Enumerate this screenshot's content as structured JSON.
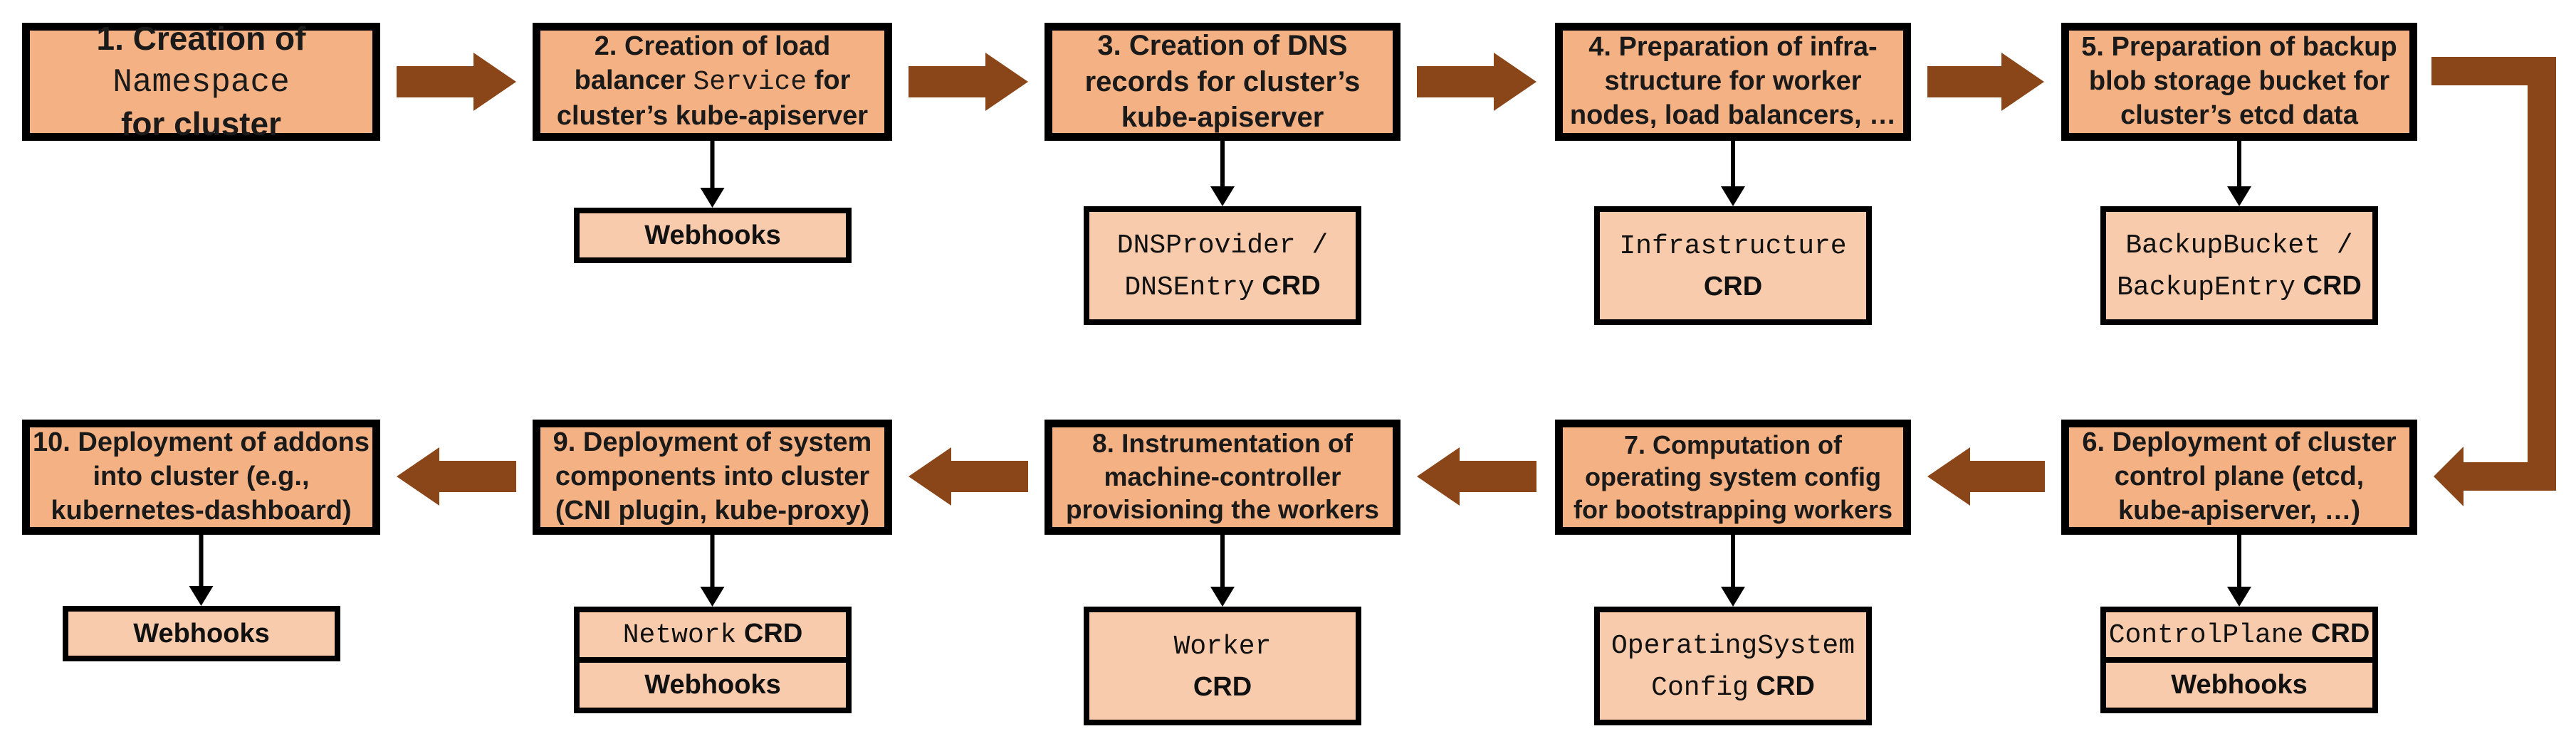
{
  "colors": {
    "box_fill": "#F4B183",
    "subbox_fill": "#F8CBAD",
    "arrow_brown": "#8A4518",
    "connector_black": "#000000",
    "border": "#000000",
    "background": "#FFFFFF"
  },
  "steps": [
    {
      "num": "1",
      "title_lines": [
        [
          {
            "t": "1. Creation of"
          }
        ],
        [
          {
            "t": "Namespace",
            "m": true
          }
        ],
        [
          {
            "t": "for cluster"
          }
        ]
      ],
      "artifact": null
    },
    {
      "num": "2",
      "title_lines": [
        [
          {
            "t": "2. Creation of load"
          }
        ],
        [
          {
            "t": "balancer "
          },
          {
            "t": "Service",
            "m": true
          },
          {
            "t": " for"
          }
        ],
        [
          {
            "t": "cluster’s kube-apiserver"
          }
        ]
      ],
      "artifact": {
        "rows": [
          [
            [
              {
                "t": "Webhooks"
              }
            ]
          ]
        ]
      }
    },
    {
      "num": "3",
      "title_lines": [
        [
          {
            "t": "3. Creation of DNS"
          }
        ],
        [
          {
            "t": "records for cluster’s"
          }
        ],
        [
          {
            "t": "kube-apiserver"
          }
        ]
      ],
      "artifact": {
        "rows": [
          [
            [
              {
                "t": "DNSProvider /",
                "m": true
              }
            ],
            [
              {
                "t": "DNSEntry",
                "m": true
              },
              {
                "t": " CRD"
              }
            ]
          ]
        ]
      }
    },
    {
      "num": "4",
      "title_lines": [
        [
          {
            "t": "4. Preparation of infra-"
          }
        ],
        [
          {
            "t": "structure for worker"
          }
        ],
        [
          {
            "t": "nodes, load balancers, …"
          }
        ]
      ],
      "artifact": {
        "rows": [
          [
            [
              {
                "t": "Infrastructure",
                "m": true
              }
            ],
            [
              {
                "t": "CRD"
              }
            ]
          ]
        ]
      }
    },
    {
      "num": "5",
      "title_lines": [
        [
          {
            "t": "5. Preparation of backup"
          }
        ],
        [
          {
            "t": "blob storage bucket for"
          }
        ],
        [
          {
            "t": "cluster’s etcd data"
          }
        ]
      ],
      "artifact": {
        "rows": [
          [
            [
              {
                "t": "BackupBucket /",
                "m": true
              }
            ],
            [
              {
                "t": "BackupEntry",
                "m": true
              },
              {
                "t": " CRD"
              }
            ]
          ]
        ]
      }
    },
    {
      "num": "6",
      "title_lines": [
        [
          {
            "t": "6. Deployment of cluster"
          }
        ],
        [
          {
            "t": "control plane (etcd,"
          }
        ],
        [
          {
            "t": "kube-apiserver, …)"
          }
        ]
      ],
      "artifact": {
        "rows": [
          [
            [
              {
                "t": "ControlPlane",
                "m": true
              },
              {
                "t": " CRD"
              }
            ]
          ],
          [
            [
              {
                "t": "Webhooks"
              }
            ]
          ]
        ]
      }
    },
    {
      "num": "7",
      "title_lines": [
        [
          {
            "t": "7. Computation of"
          }
        ],
        [
          {
            "t": "operating system config"
          }
        ],
        [
          {
            "t": "for bootstrapping workers"
          }
        ]
      ],
      "artifact": {
        "rows": [
          [
            [
              {
                "t": "OperatingSystem",
                "m": true
              }
            ],
            [
              {
                "t": "Config",
                "m": true
              },
              {
                "t": " CRD"
              }
            ]
          ]
        ]
      }
    },
    {
      "num": "8",
      "title_lines": [
        [
          {
            "t": "8. Instrumentation of"
          }
        ],
        [
          {
            "t": "machine-controller"
          }
        ],
        [
          {
            "t": "provisioning the workers"
          }
        ]
      ],
      "artifact": {
        "rows": [
          [
            [
              {
                "t": "Worker",
                "m": true
              }
            ],
            [
              {
                "t": "CRD"
              }
            ]
          ]
        ]
      }
    },
    {
      "num": "9",
      "title_lines": [
        [
          {
            "t": "9. Deployment of system"
          }
        ],
        [
          {
            "t": "components into cluster"
          }
        ],
        [
          {
            "t": "(CNI plugin, kube-proxy)"
          }
        ]
      ],
      "artifact": {
        "rows": [
          [
            [
              {
                "t": "Network",
                "m": true
              },
              {
                "t": " CRD"
              }
            ]
          ],
          [
            [
              {
                "t": "Webhooks"
              }
            ]
          ]
        ]
      }
    },
    {
      "num": "10",
      "title_lines": [
        [
          {
            "t": "10. Deployment of addons"
          }
        ],
        [
          {
            "t": "into cluster (e.g.,"
          }
        ],
        [
          {
            "t": "kubernetes-dashboard)"
          }
        ]
      ],
      "artifact": {
        "rows": [
          [
            [
              {
                "t": "Webhooks"
              }
            ]
          ]
        ]
      }
    }
  ]
}
